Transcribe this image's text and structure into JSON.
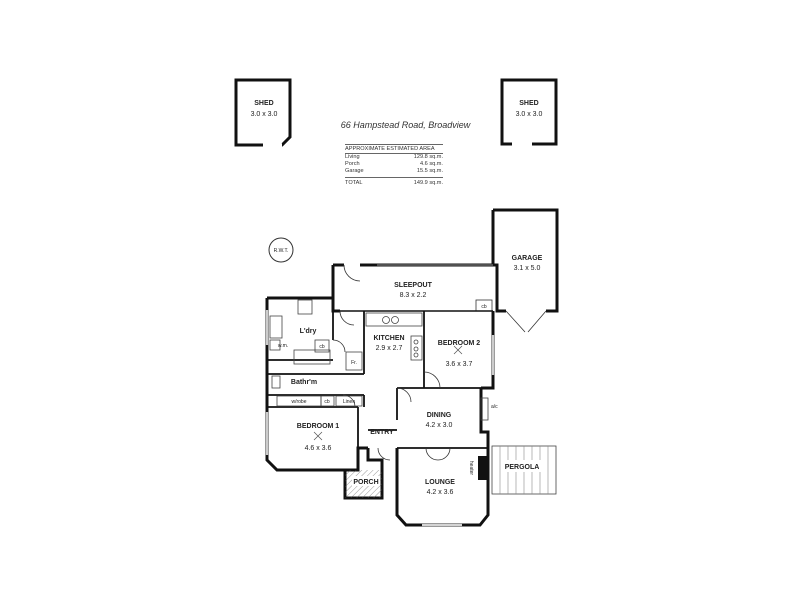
{
  "address": "66 Hampstead Road, Broadview",
  "area_table": {
    "heading": "APPROXIMATE ESTIMATED AREA",
    "rows": [
      {
        "label": "Living",
        "value": "129.8 sq.m."
      },
      {
        "label": "Porch",
        "value": "4.6 sq.m."
      },
      {
        "label": "Garage",
        "value": "15.5 sq.m."
      }
    ],
    "total": {
      "label": "TOTAL",
      "value": "149.9 sq.m."
    }
  },
  "rooms": {
    "shed_left": {
      "name": "SHED",
      "dim": "3.0 x 3.0"
    },
    "shed_right": {
      "name": "SHED",
      "dim": "3.0 x 3.0"
    },
    "garage": {
      "name": "GARAGE",
      "dim": "3.1 x 5.0"
    },
    "sleepout": {
      "name": "SLEEPOUT",
      "dim": "8.3 x 2.2"
    },
    "kitchen": {
      "name": "KITCHEN",
      "dim": "2.9 x 2.7"
    },
    "bedroom2": {
      "name": "BEDROOM 2",
      "dim": "3.6 x 3.7"
    },
    "laundry": {
      "name": "L'dry"
    },
    "bathroom": {
      "name": "Bathr'm"
    },
    "dining": {
      "name": "DINING",
      "dim": "4.2 x 3.0"
    },
    "bedroom1": {
      "name": "BEDROOM 1",
      "dim": "4.6 x 3.6"
    },
    "entry": {
      "name": "ENTRY"
    },
    "lounge": {
      "name": "LOUNGE",
      "dim": "4.2 x 3.6"
    },
    "porch": {
      "name": "PORCH"
    },
    "pergola": {
      "name": "PERGOLA"
    }
  },
  "fixtures": {
    "rwt": "R.W.T.",
    "cb": "cb",
    "wm": "w.m.",
    "fr": "Fr.",
    "wrobe": "w/robe",
    "linen": "Linen",
    "ac": "a/c",
    "heater": "heater"
  }
}
